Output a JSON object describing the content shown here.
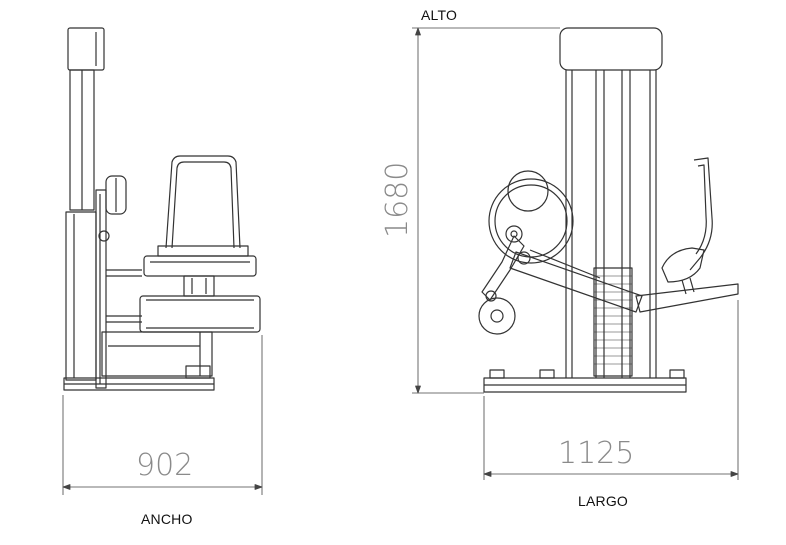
{
  "labels": {
    "width_caption": "ANCHO",
    "length_caption": "LARGO",
    "height_caption": "ALTO"
  },
  "dimensions": {
    "width": "902",
    "length": "1125",
    "height": "1680"
  },
  "colors": {
    "line": "#333333",
    "dimension_line": "#444444",
    "dimension_text": "#8a8a8a",
    "caption_text": "#111111"
  }
}
